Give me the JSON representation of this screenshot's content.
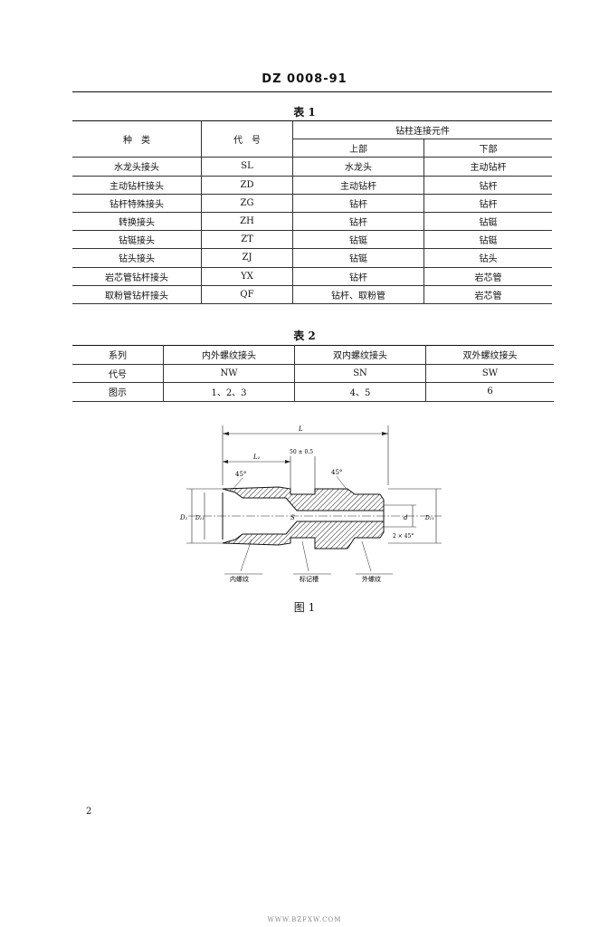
{
  "header": {
    "std_code": "DZ 0008-91"
  },
  "table1": {
    "caption": "表 1",
    "head": {
      "kind": "种　类",
      "code": "代　号",
      "group": "钻柱连接元件",
      "upper": "上部",
      "lower": "下部"
    },
    "rows": [
      {
        "kind": "水龙头接头",
        "code": "SL",
        "upper": "水龙头",
        "lower": "主动钻杆"
      },
      {
        "kind": "主动钻杆接头",
        "code": "ZD",
        "upper": "主动钻杆",
        "lower": "钻杆"
      },
      {
        "kind": "钻杆特殊接头",
        "code": "ZG",
        "upper": "钻杆",
        "lower": "钻杆"
      },
      {
        "kind": "转换接头",
        "code": "ZH",
        "upper": "钻杆",
        "lower": "钻铤"
      },
      {
        "kind": "钻铤接头",
        "code": "ZT",
        "upper": "钻铤",
        "lower": "钻铤"
      },
      {
        "kind": "钻头接头",
        "code": "ZJ",
        "upper": "钻铤",
        "lower": "钻头"
      },
      {
        "kind": "岩芯管钻杆接头",
        "code": "YX",
        "upper": "钻杆",
        "lower": "岩芯管"
      },
      {
        "kind": "取粉管钻杆接头",
        "code": "QF",
        "upper": "钻杆、取粉管",
        "lower": "岩芯管"
      }
    ]
  },
  "table2": {
    "caption": "表 2",
    "head": {
      "c0": "系列",
      "c1": "内外螺纹接头",
      "c2": "双内螺纹接头",
      "c3": "双外螺纹接头"
    },
    "rows": [
      {
        "c0": "代号",
        "c1": "NW",
        "c2": "SN",
        "c3": "SW"
      },
      {
        "c0": "图示",
        "c1": "1、2、3",
        "c2": "4、5",
        "c3": "6"
      }
    ]
  },
  "figure": {
    "caption": "图 1",
    "labels": {
      "L": "L",
      "L1": "L₁",
      "groove_dim": "50 ± 0.5",
      "chamfer_left": "45°",
      "chamfer_right": "45°",
      "D1": "D₁",
      "D11": "D₁₁",
      "d": "d",
      "S": "S",
      "chamfer_end": "2 × 45°",
      "inner_thread": "内螺纹",
      "mark_groove": "标记槽",
      "outer_thread": "外螺纹"
    }
  },
  "page_number": "2",
  "footer_text": "WWW.BZFXW.COM"
}
